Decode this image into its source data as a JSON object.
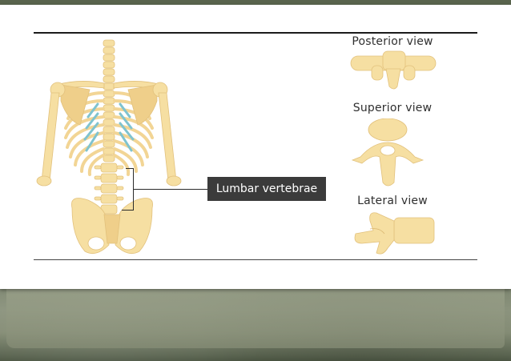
{
  "views": {
    "posterior": "Posterior view",
    "superior": "Superior view",
    "lateral": "Lateral view"
  },
  "callout_label": "Lumbar vertebrae",
  "colors": {
    "bone": "#f6dfa2",
    "bone_shadow": "#e5c47e",
    "cartilage": "#7fc3cf",
    "callout_bg": "#3b3b3b",
    "backdrop": "#5f6a52"
  }
}
